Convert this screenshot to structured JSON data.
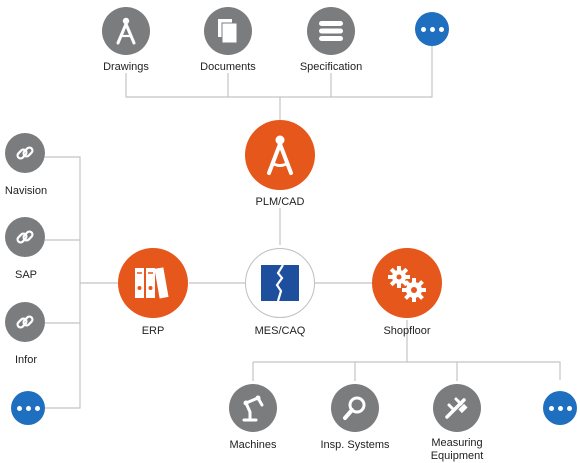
{
  "top_sources": [
    {
      "label": "Drawings",
      "icon": "compass-icon"
    },
    {
      "label": "Documents",
      "icon": "documents-icon"
    },
    {
      "label": "Specification",
      "icon": "list-icon"
    },
    {
      "label": "",
      "icon": "more-dots-icon"
    }
  ],
  "left_systems": [
    {
      "label": "Navision",
      "icon": "link-icon"
    },
    {
      "label": "SAP",
      "icon": "link-icon"
    },
    {
      "label": "Infor",
      "icon": "link-icon"
    },
    {
      "label": "",
      "icon": "more-dots-icon"
    }
  ],
  "hubs": {
    "plm": {
      "label": "PLM/CAD",
      "icon": "compass-icon"
    },
    "erp": {
      "label": "ERP",
      "icon": "binders-icon"
    },
    "mes": {
      "label": "MES/CAQ",
      "icon": "mes-logo-icon"
    },
    "shopfloor": {
      "label": "Shopfloor",
      "icon": "gears-icon"
    }
  },
  "bottom_devices": [
    {
      "label": "Machines",
      "icon": "robot-arm-icon"
    },
    {
      "label": "Insp. Systems",
      "icon": "magnifier-icon"
    },
    {
      "label": "Measuring\nEquipment",
      "icon": "caliper-icon"
    },
    {
      "label": "",
      "icon": "more-dots-icon"
    }
  ],
  "colors": {
    "grey": "#7b7c7e",
    "orange": "#e6571c",
    "blue": "#1e6fbf",
    "line": "#bfbfbf",
    "logo": "#1d4f9c"
  }
}
